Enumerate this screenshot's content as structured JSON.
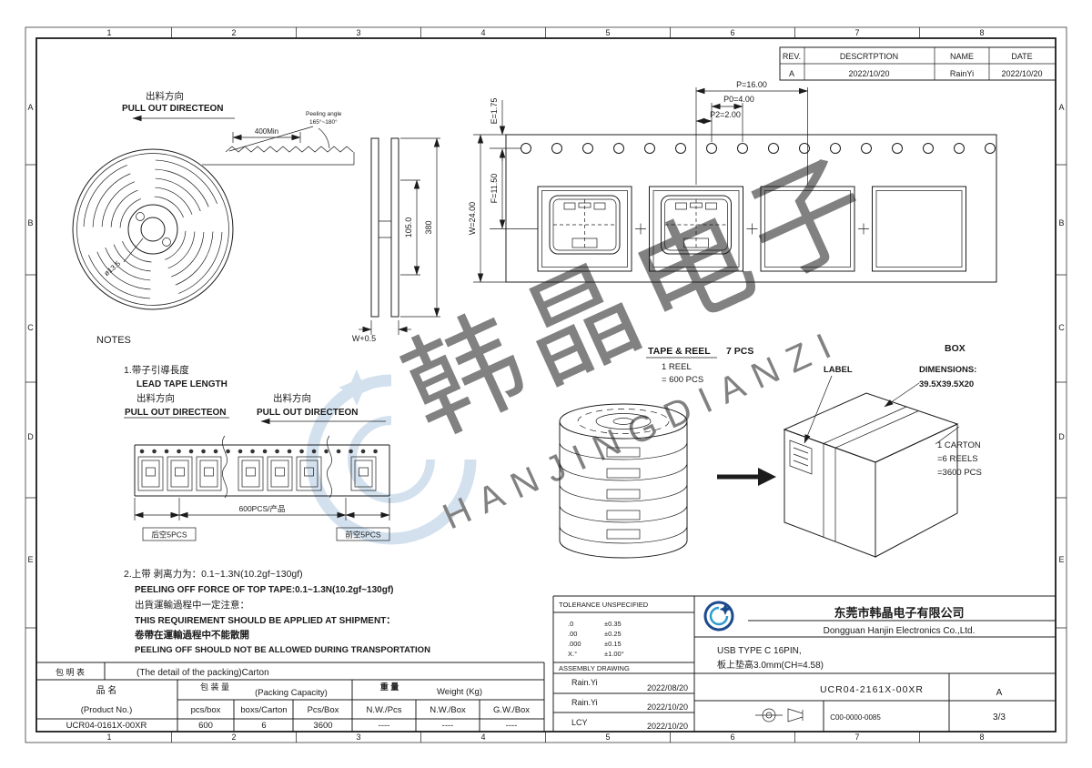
{
  "sheet": {
    "grid_cols": [
      "1",
      "2",
      "3",
      "4",
      "5",
      "6",
      "7",
      "8"
    ],
    "grid_rows": [
      "A",
      "B",
      "C",
      "D",
      "E"
    ]
  },
  "revision_table": {
    "headers": {
      "rev": "REV.",
      "description": "DESCRTPTION",
      "name": "NAME",
      "date": "DATE"
    },
    "row": {
      "rev": "A",
      "description": "2022/10/20",
      "name": "RainYi",
      "date": "2022/10/20"
    }
  },
  "reel_front": {
    "pull_dir_cn": "出料方向",
    "pull_dir_en": "PULL OUT DIRECTEON",
    "lead_min": "400Min",
    "peel_angle_line1": "Peeling angle",
    "peel_angle_line2": "165°~180°",
    "hub_dia": "ø13.5"
  },
  "reel_side": {
    "dim_hub": "105.0",
    "dim_flange": "380",
    "dim_width": "W+0.5"
  },
  "carrier_tape": {
    "dim_p": "P=16.00",
    "dim_p0": "P0=4.00",
    "dim_p2": "P2=2.00",
    "dim_e": "E=1.75",
    "dim_f": "F=11.50",
    "dim_w": "W=24.00"
  },
  "notes": {
    "heading": "NOTES",
    "line1_cn": "1.带子引導長度",
    "line1_en": "LEAD TAPE LENGTH",
    "dir_cn": "出料方向",
    "dir_en": "PULL OUT DIRECTEON",
    "strip_dir_cn": "出料方向",
    "strip_dir_en": "PULL OUT DIRECTEON",
    "strip_qty": "600PCS/产品",
    "strip_rear": "后空5PCS",
    "strip_front": "前空5PCS",
    "line2_cn": "2.上带 剥离力为：0.1~1.3N(10.2gf~130gf)",
    "line2_en": "PEELING OFF FORCE OF TOP TAPE:0.1~1.3N(10.2gf~130gf)",
    "line3_cn": "出貨運輸過程中一定注意：",
    "line3_en": "THIS REQUIREMENT SHOULD BE APPLIED AT SHIPMENT：",
    "line4_cn": "卷帶在運輸過程中不能散開",
    "line4_en": "PEELING OFF SHOULD NOT BE ALLOWED DURING TRANSPORTATION"
  },
  "packing": {
    "tape_reel": "TAPE & REEL",
    "tape_reel_qty": "7 PCS",
    "reel_line1": "1 REEL",
    "reel_line2": "= 600 PCS",
    "label": "LABEL",
    "box_title": "BOX",
    "box_dim_label": "DIMENSIONS:",
    "box_dim_value": "39.5X39.5X20",
    "carton_line1": "1 CARTON",
    "carton_line2": "=6 REELS",
    "carton_line3": "=3600 PCS"
  },
  "packing_table": {
    "corner": "包 明 表",
    "title": "(The detail of the packing)Carton",
    "product_cn": "品 名",
    "product_en": "(Product No.)",
    "capacity_cn": "包 装 量",
    "capacity_en": "(Packing Capacity)",
    "weight_cn": "重 量",
    "weight_en": "Weight (Kg)",
    "col1": "pcs/box",
    "col2": "boxs/Carton",
    "col3": "Pcs/Box",
    "col4": "N.W./Pcs",
    "col5": "N.W./Box",
    "col6": "G.W./Box",
    "row": [
      "UCR04-0161X-00XR",
      "600",
      "6",
      "3600",
      "----",
      "----",
      "----"
    ]
  },
  "title_block": {
    "tol_title": "TOLERANCE UNSPECIFIED",
    "tol": [
      [
        ".0",
        "±0.35"
      ],
      [
        ".00",
        "±0.25"
      ],
      [
        ".000",
        "±0.15"
      ],
      [
        "X.°",
        "±1.00°"
      ]
    ],
    "assembly": "ASSEMBLY DRAWING",
    "company_cn": "东莞市韩晶电子有限公司",
    "company_en": "Dongguan Hanjin Electronics Co.,Ltd.",
    "desc_line1": "USB TYPE C 16PIN,",
    "desc_line2": "板上垫高3.0mm(CH=4.58)",
    "sigs": [
      {
        "name": "Rain.Yi",
        "date": "2022/08/20"
      },
      {
        "name": "Rain.Yi",
        "date": "2022/10/20"
      },
      {
        "name": "LCY",
        "date": "2022/10/20"
      }
    ],
    "part_no": "UCR04-2161X-00XR",
    "doc_no": "C00-0000-0085",
    "rev": "A",
    "page": "3/3"
  },
  "watermark": {
    "cn": "韩晶电子",
    "en": "HANJINGDIANZI"
  },
  "colors": {
    "line": "#1c1c1c",
    "logo_dark": "#1c4a8c",
    "logo_light": "#2f9bcd",
    "watermark": "#b0c9e2"
  }
}
